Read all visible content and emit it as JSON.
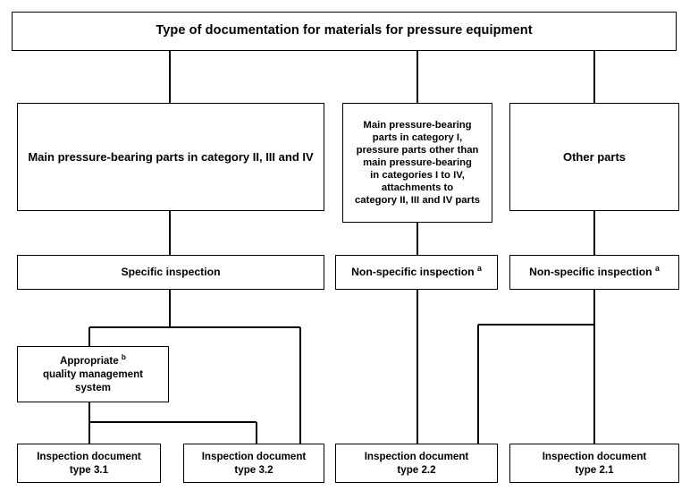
{
  "diagram": {
    "title": "Type of documentation for materials for pressure equipment",
    "type": "flowchart",
    "orientation": "top-down",
    "nodes": [
      {
        "id": "root",
        "label": "Type of documentation for materials for pressure equipment",
        "lines": [
          "Type of documentation for materials for pressure equipment"
        ],
        "level": 0
      },
      {
        "id": "main-parts-ii-iii-iv",
        "label": "Main pressure-bearing parts in category II, III and IV",
        "lines": [
          "Main pressure-bearing parts in category II, III and IV"
        ],
        "level": 1
      },
      {
        "id": "main-parts-cat-i",
        "label": "Main pressure-bearing parts in category I, pressure parts other than main pressure-bearing in categories I to IV, attachments to category II, III and IV parts",
        "lines": [
          "Main pressure-bearing",
          "parts in category I,",
          "pressure parts other than",
          "main pressure-bearing",
          "in categories I to IV,",
          "attachments to",
          "category II, III and IV parts"
        ],
        "level": 1
      },
      {
        "id": "other-parts",
        "label": "Other parts",
        "lines": [
          "Other parts"
        ],
        "level": 1
      },
      {
        "id": "specific-inspection",
        "label": "Specific inspection",
        "lines": [
          "Specific inspection"
        ],
        "level": 2
      },
      {
        "id": "non-specific-inspection-middle",
        "label": "Non-specific inspection a",
        "lines": [
          "Non-specific inspection"
        ],
        "footnote": "a",
        "level": 2
      },
      {
        "id": "non-specific-inspection-right",
        "label": "Non-specific inspection a",
        "lines": [
          "Non-specific inspection"
        ],
        "footnote": "a",
        "level": 2
      },
      {
        "id": "quality-management-system",
        "label": "Appropriate b quality management system",
        "lines": [
          "Appropriate",
          "quality management",
          "system"
        ],
        "footnote": "b",
        "level": 3
      },
      {
        "id": "inspection-document-3-1",
        "label": "Inspection document type 3.1",
        "lines": [
          "Inspection document",
          "type 3.1"
        ],
        "level": 4
      },
      {
        "id": "inspection-document-3-2",
        "label": "Inspection document type 3.2",
        "lines": [
          "Inspection document",
          "type 3.2"
        ],
        "level": 4
      },
      {
        "id": "inspection-document-2-2",
        "label": "Inspection document type 2.2",
        "lines": [
          "Inspection document",
          "type 2.2"
        ],
        "level": 4
      },
      {
        "id": "inspection-document-2-1",
        "label": "Inspection document type 2.1",
        "lines": [
          "Inspection document",
          "type 2.1"
        ],
        "level": 4
      }
    ],
    "footnote_markers": [
      "a",
      "b"
    ],
    "colors": {
      "line": "#000000",
      "box_border": "#000000",
      "box_fill": "#ffffff",
      "text": "#000000",
      "background": "#ffffff"
    },
    "edges": [
      {
        "from": "root",
        "to": "main-parts-ii-iii-iv"
      },
      {
        "from": "root",
        "to": "main-parts-cat-i"
      },
      {
        "from": "root",
        "to": "other-parts"
      },
      {
        "from": "main-parts-ii-iii-iv",
        "to": "specific-inspection"
      },
      {
        "from": "main-parts-cat-i",
        "to": "non-specific-inspection-middle"
      },
      {
        "from": "other-parts",
        "to": "non-specific-inspection-right"
      },
      {
        "from": "specific-inspection",
        "to": "quality-management-system"
      },
      {
        "from": "specific-inspection",
        "to": "inspection-document-3-2"
      },
      {
        "from": "quality-management-system",
        "to": "inspection-document-3-1"
      },
      {
        "from": "quality-management-system",
        "to": "inspection-document-3-2"
      },
      {
        "from": "non-specific-inspection-middle",
        "to": "inspection-document-2-2"
      },
      {
        "from": "non-specific-inspection-right",
        "to": "inspection-document-2-2"
      },
      {
        "from": "non-specific-inspection-right",
        "to": "inspection-document-2-1"
      }
    ]
  }
}
